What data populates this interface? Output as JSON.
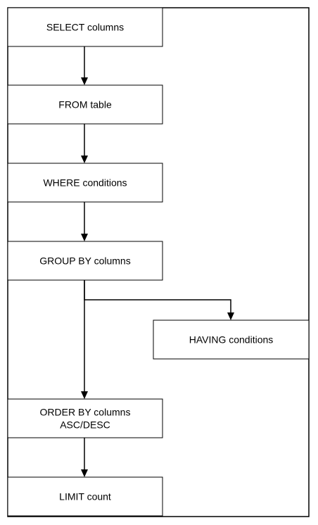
{
  "nodes": [
    {
      "id": "select",
      "lines": [
        "SELECT columns"
      ]
    },
    {
      "id": "from",
      "lines": [
        "FROM table"
      ]
    },
    {
      "id": "where",
      "lines": [
        "WHERE conditions"
      ]
    },
    {
      "id": "groupby",
      "lines": [
        "GROUP BY columns"
      ]
    },
    {
      "id": "having",
      "lines": [
        "HAVING conditions"
      ]
    },
    {
      "id": "orderby",
      "lines": [
        "ORDER BY columns",
        "ASC/DESC"
      ]
    },
    {
      "id": "limit",
      "lines": [
        "LIMIT count"
      ]
    }
  ],
  "edges": [
    {
      "from": "select",
      "to": "from"
    },
    {
      "from": "from",
      "to": "where"
    },
    {
      "from": "where",
      "to": "groupby"
    },
    {
      "from": "groupby",
      "to": "having"
    },
    {
      "from": "groupby",
      "to": "orderby"
    },
    {
      "from": "orderby",
      "to": "limit"
    }
  ],
  "colors": {
    "stroke": "#000000",
    "fill": "#ffffff",
    "text": "#000000"
  }
}
